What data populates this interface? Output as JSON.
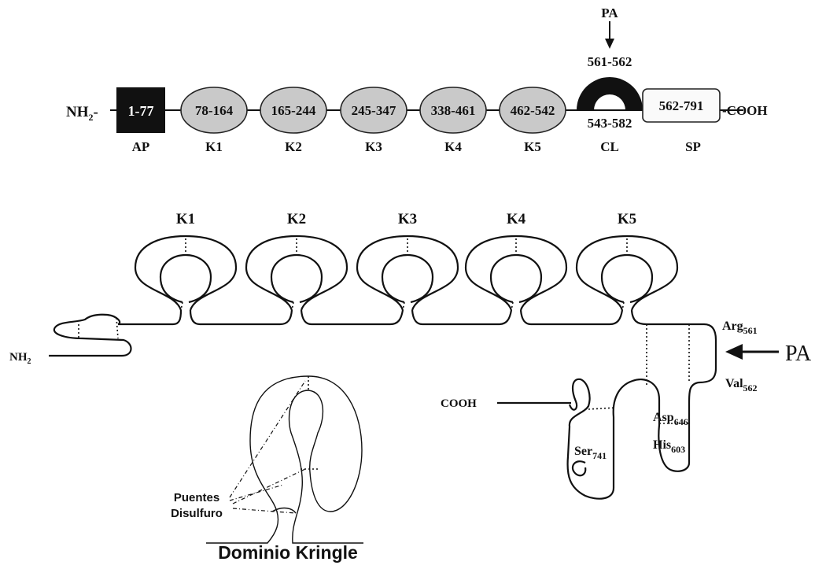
{
  "linear": {
    "nterm": "NH",
    "nterm_sub": "2",
    "nterm_suffix": "-",
    "cterm": "-COOH",
    "ap": {
      "range": "1-77",
      "label": "AP"
    },
    "kringles": [
      {
        "range": "78-164",
        "label": "K1"
      },
      {
        "range": "165-244",
        "label": "K2"
      },
      {
        "range": "245-347",
        "label": "K3"
      },
      {
        "range": "338-461",
        "label": "K4"
      },
      {
        "range": "462-542",
        "label": "K5"
      }
    ],
    "cl": {
      "range": "543-582",
      "label": "CL",
      "cleavage": "561-562"
    },
    "sp": {
      "range": "562-791",
      "label": "SP"
    },
    "pa_label": "PA"
  },
  "folded": {
    "kringle_labels": [
      "K1",
      "K2",
      "K3",
      "K4",
      "K5"
    ],
    "nterm": "NH",
    "nterm_sub": "2",
    "cterm": "COOH",
    "pa": "PA",
    "residues": {
      "arg": {
        "name": "Arg",
        "num": "561"
      },
      "val": {
        "name": "Val",
        "num": "562"
      },
      "asp": {
        "name": "Asp",
        "num": "646"
      },
      "his": {
        "name": "His",
        "num": "603"
      },
      "ser": {
        "name": "Ser",
        "num": "741"
      }
    }
  },
  "detail": {
    "bridges_line1": "Puentes",
    "bridges_line2": "Disulfuro",
    "title": "Dominio Kringle"
  }
}
